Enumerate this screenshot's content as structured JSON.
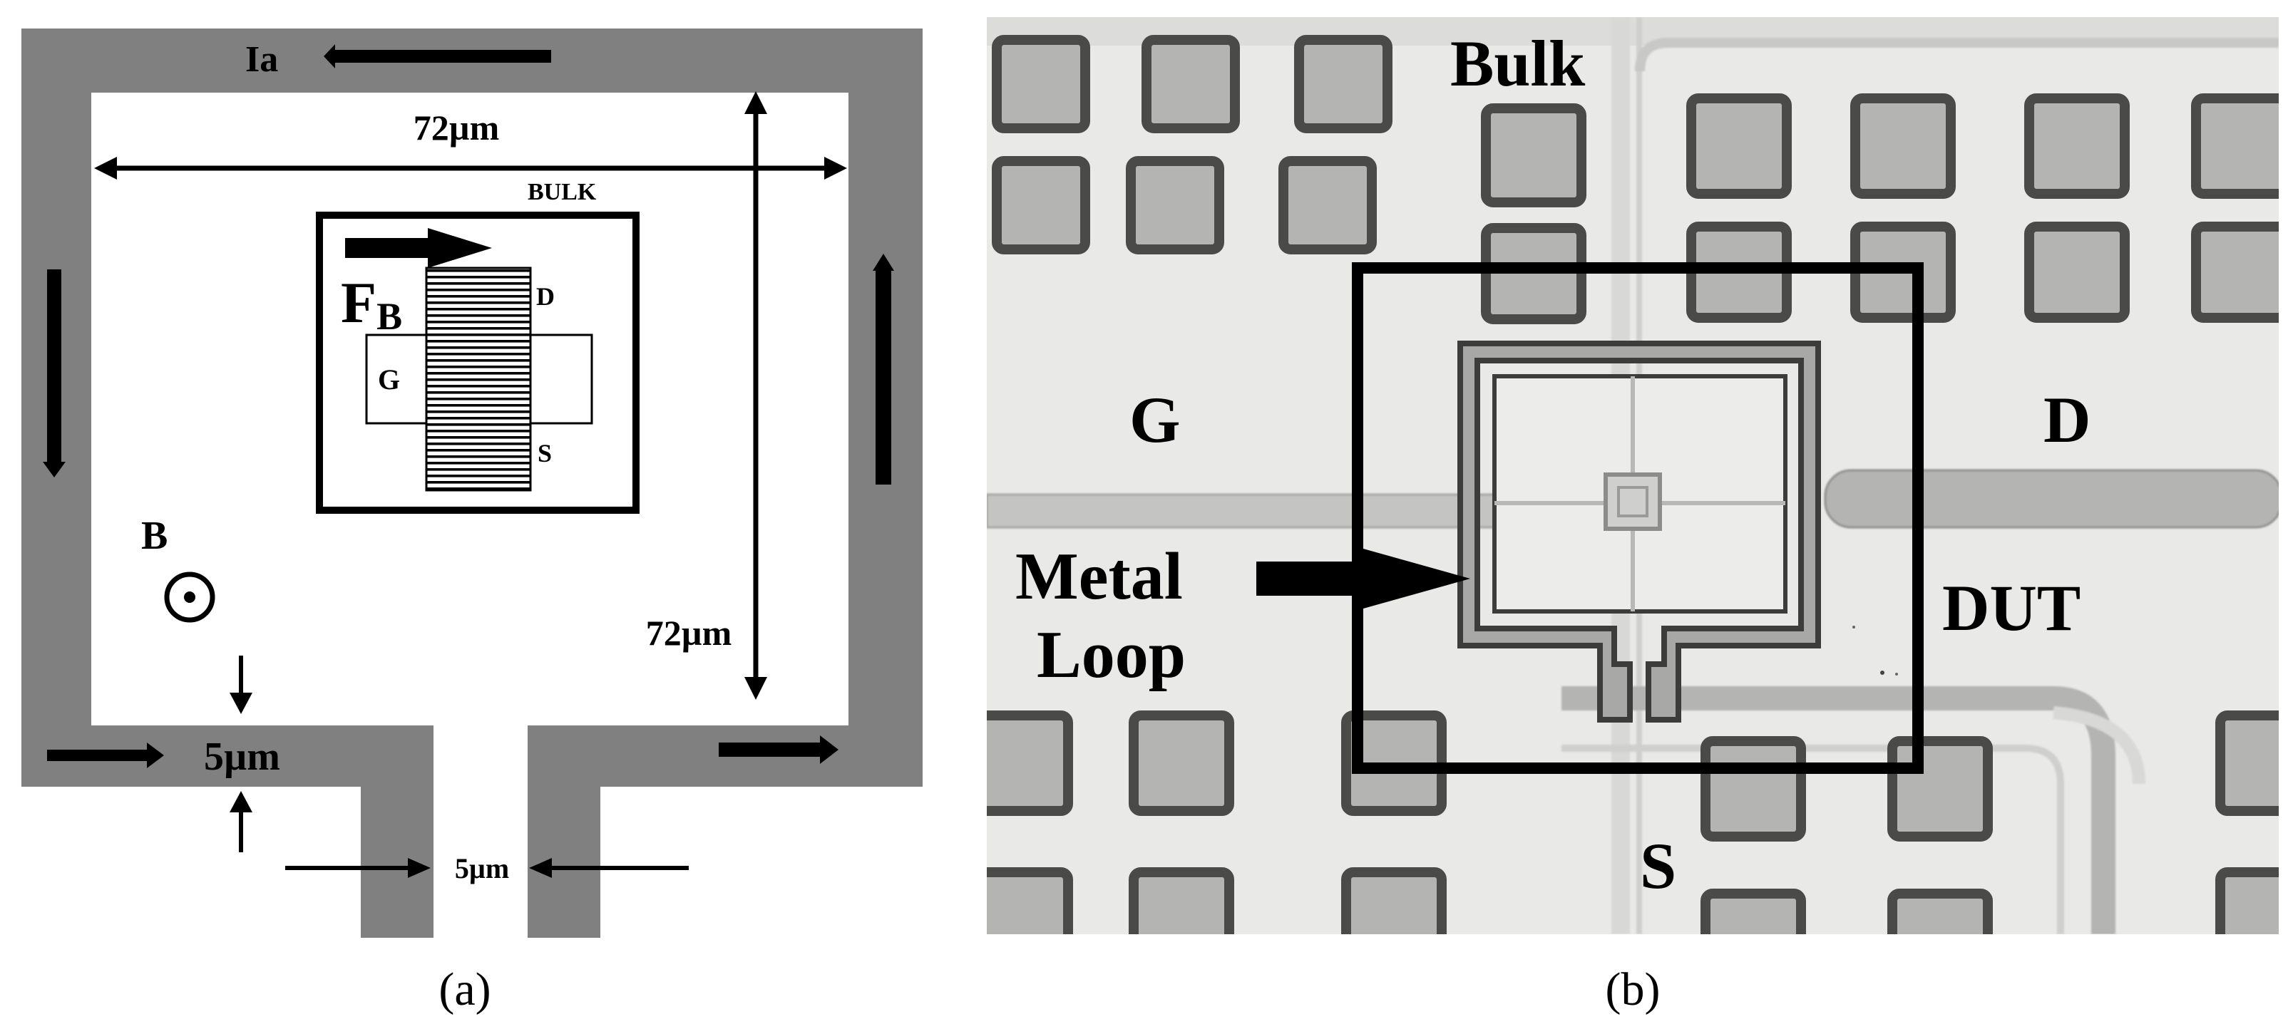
{
  "panel_a": {
    "caption": "(a)",
    "current_label": "Ia",
    "width_dimension": "72µm",
    "height_dimension": "72µm",
    "bulk_label": "BULK",
    "force_label_main": "F",
    "force_label_sub": "B",
    "drain_label": "D",
    "gate_label": "G",
    "source_label": "S",
    "field_label": "B",
    "track_width_label": "5µm",
    "gap_width_label": "5µm",
    "colors": {
      "metal": "#808080",
      "ink": "#000000",
      "background": "#ffffff"
    }
  },
  "panel_b": {
    "caption": "(b)",
    "bulk_label": "Bulk",
    "gate_label": "G",
    "drain_label": "D",
    "source_label": "S",
    "dut_label": "DUT",
    "loop_label_line1": "Metal",
    "loop_label_line2": "Loop",
    "colors": {
      "die_background": "#e9e9e7",
      "pad_fill": "#b4b4b2",
      "pad_border": "#4a4a48"
    }
  }
}
